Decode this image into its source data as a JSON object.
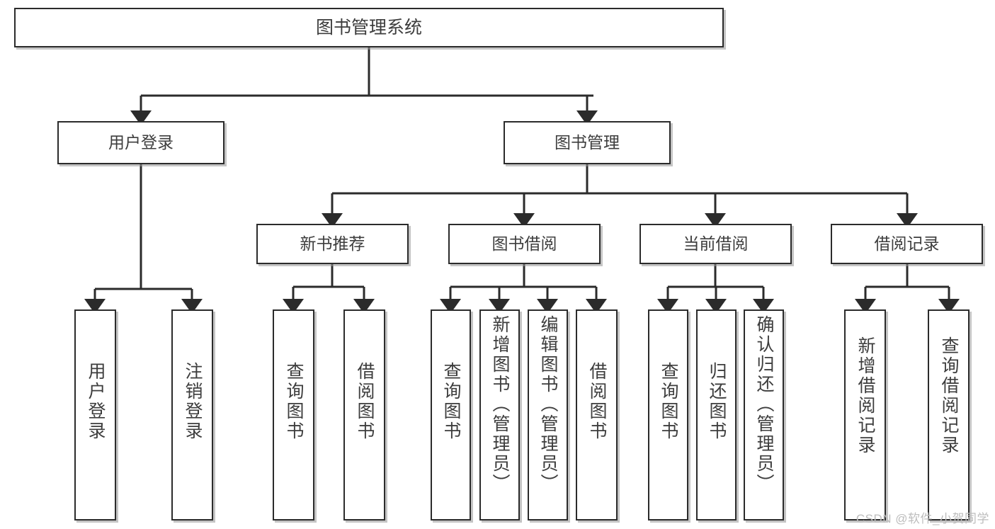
{
  "diagram": {
    "type": "tree",
    "title": "图书管理系统",
    "root": {
      "label": "图书管理系统"
    },
    "level1": [
      {
        "label": "用户登录"
      },
      {
        "label": "图书管理"
      }
    ],
    "level2": [
      {
        "label": "新书推荐"
      },
      {
        "label": "图书借阅"
      },
      {
        "label": "当前借阅"
      },
      {
        "label": "借阅记录"
      }
    ],
    "leaves": {
      "user_login": [
        {
          "label": "用户登录"
        },
        {
          "label": "注销登录"
        }
      ],
      "new_book_recommend": [
        {
          "label": "查询图书"
        },
        {
          "label": "借阅图书"
        }
      ],
      "book_borrow": [
        {
          "label": "查询图书"
        },
        {
          "label": "新增图书（管理员）"
        },
        {
          "label": "编辑图书（管理员）"
        },
        {
          "label": "借阅图书"
        }
      ],
      "current_borrow": [
        {
          "label": "查询图书"
        },
        {
          "label": "归还图书"
        },
        {
          "label": "确认归还（管理员）"
        }
      ],
      "borrow_record": [
        {
          "label": "新增借阅记录"
        },
        {
          "label": "查询借阅记录"
        }
      ]
    }
  },
  "watermark": {
    "text": "CSDN @软件_小贺同学"
  },
  "colors": {
    "border": "#2b2b2b",
    "text": "#3d3d3d",
    "background": "#ffffff",
    "shadow": "#969696",
    "watermark": "#bdbdbd"
  }
}
